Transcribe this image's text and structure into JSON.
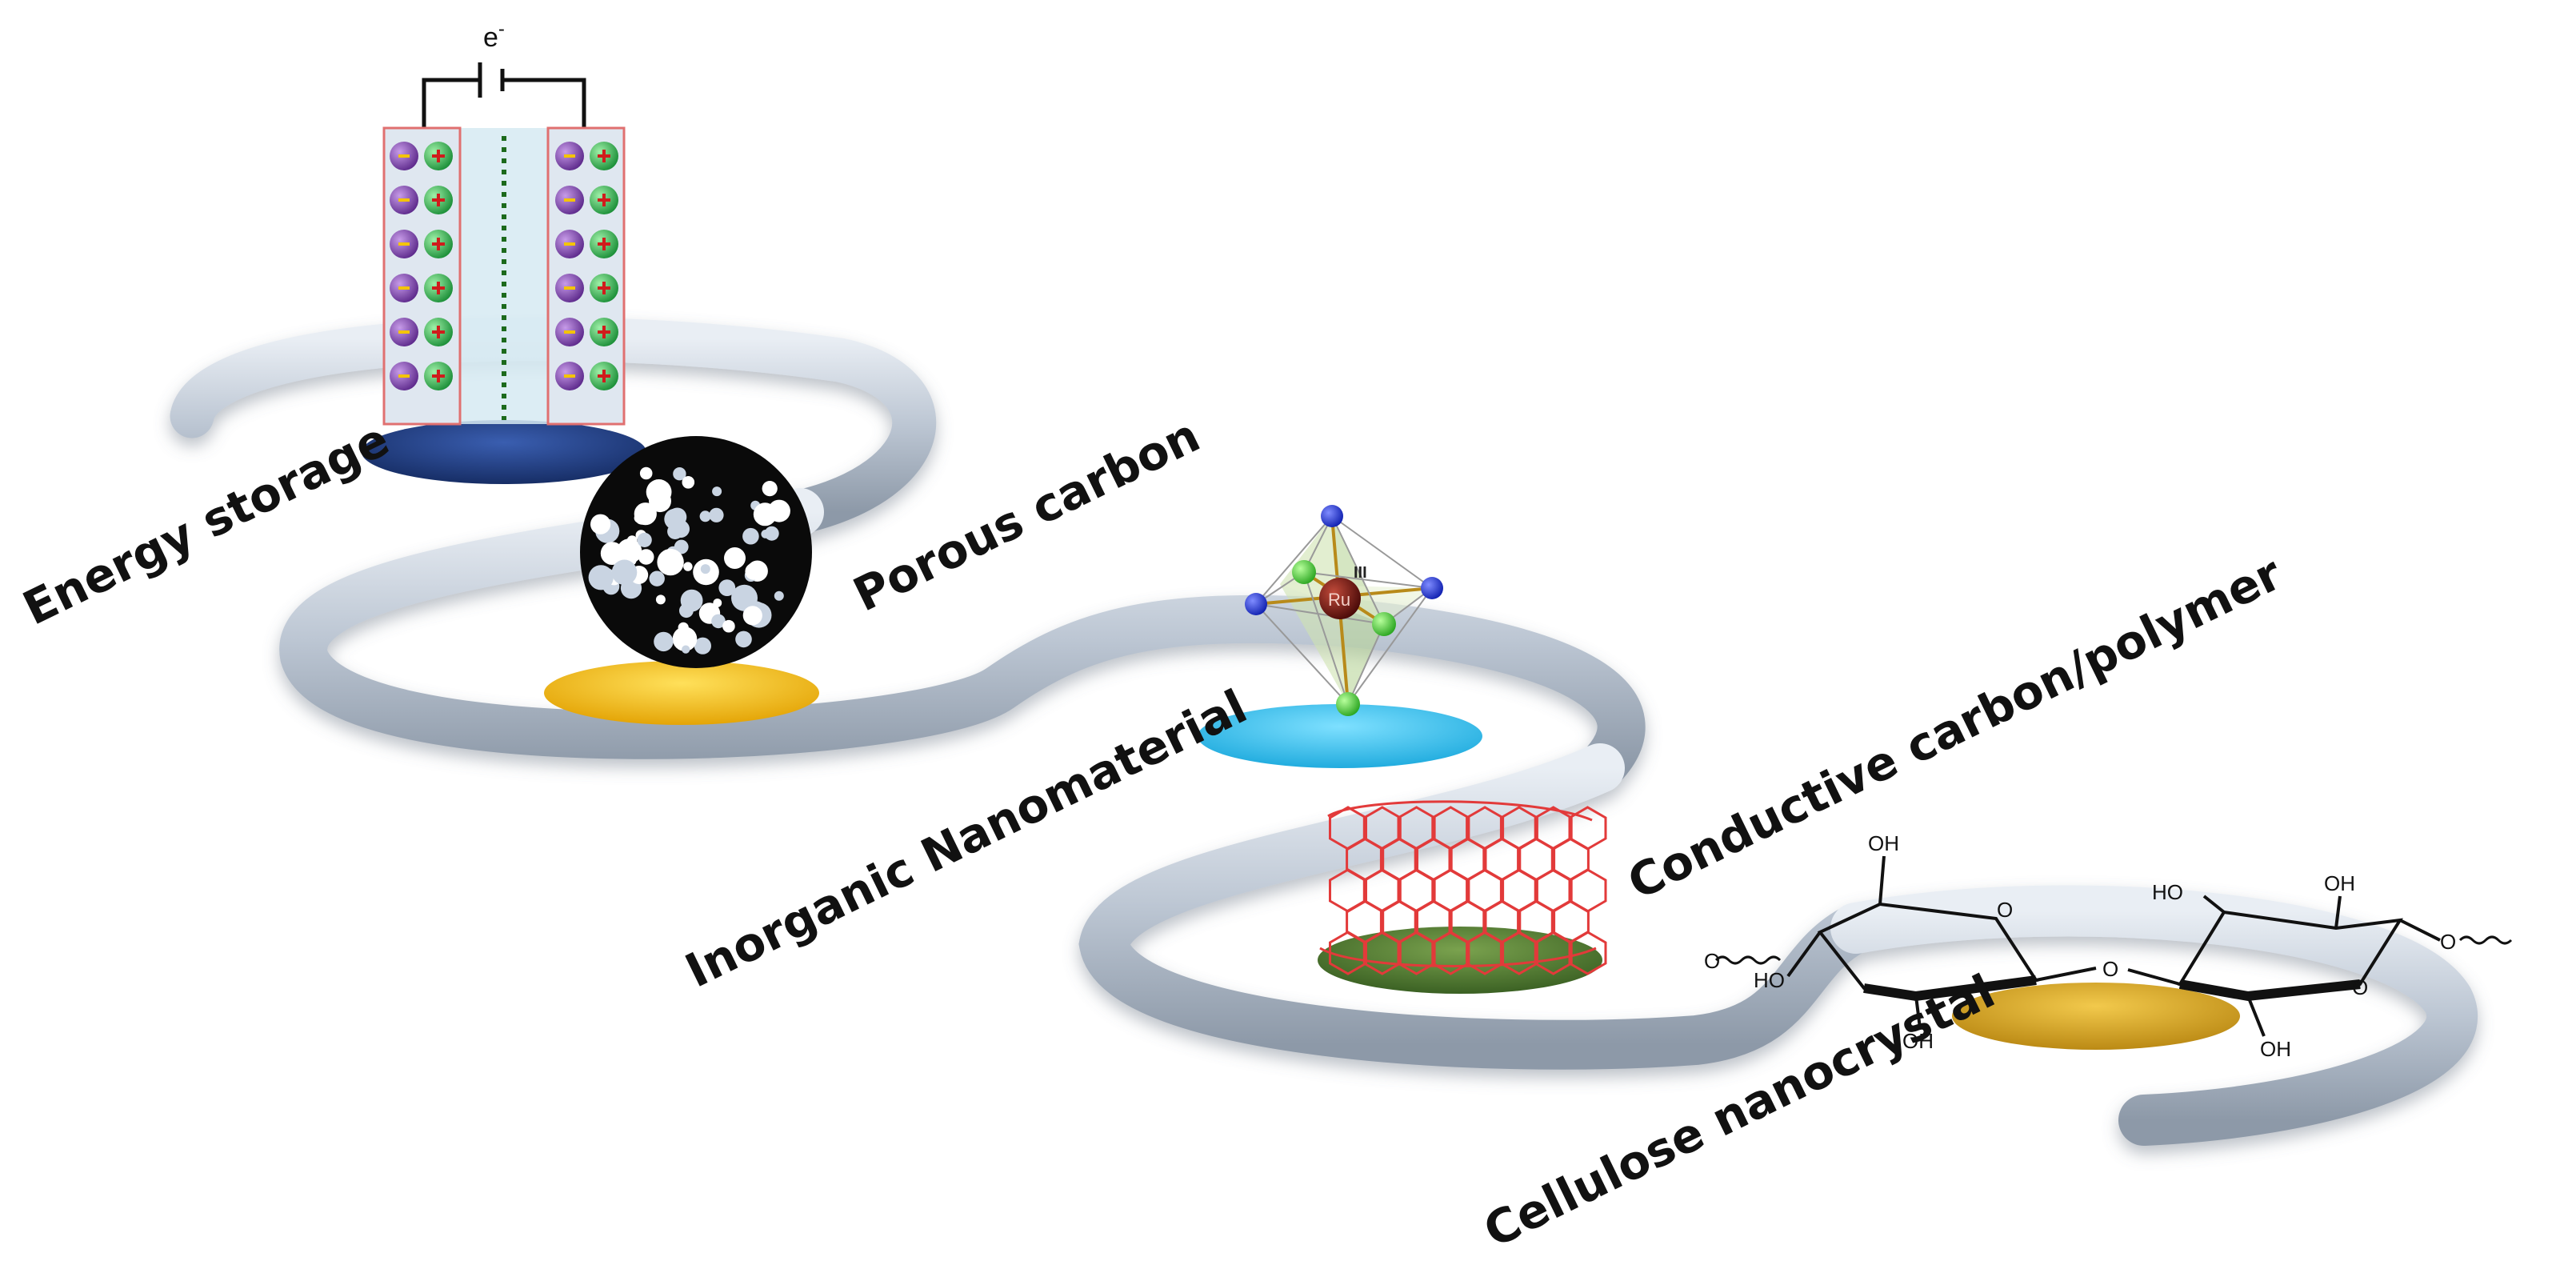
{
  "figure": {
    "labels": {
      "energy_storage": "Energy storage",
      "porous_carbon": "Porous carbon",
      "inorganic_nanomaterial": "Inorganic Nanomaterial",
      "conductive_carbon_polymer": "Conductive carbon/polymer",
      "cellulose_nanocrystal": "Cellulose nanocrystal"
    },
    "capacitor": {
      "electron_label": "e",
      "electron_superscript": "-",
      "rows": 6,
      "ion_negative_color": "#7b3fa8",
      "ion_positive_color": "#27ae4a"
    },
    "octahedron": {
      "center_label": "Ru",
      "oxidation_label": "III",
      "ligand_blue": "#1f2fd1",
      "ligand_green": "#3fd13a"
    },
    "cellulose": {
      "groups": [
        "OH",
        "O",
        "HO",
        "OH",
        "O",
        "O",
        "HO",
        "OH",
        "O",
        "O",
        "OH"
      ]
    },
    "colors": {
      "ribbon": "#bcc6d3",
      "disc_navy": "#1f3f86",
      "disc_yellow": "#f4b800",
      "disc_cyan": "#2fc4f1",
      "disc_green": "#4b7a2e",
      "disc_gold": "#d8a51e",
      "nanotube": "#e23a3a"
    }
  }
}
